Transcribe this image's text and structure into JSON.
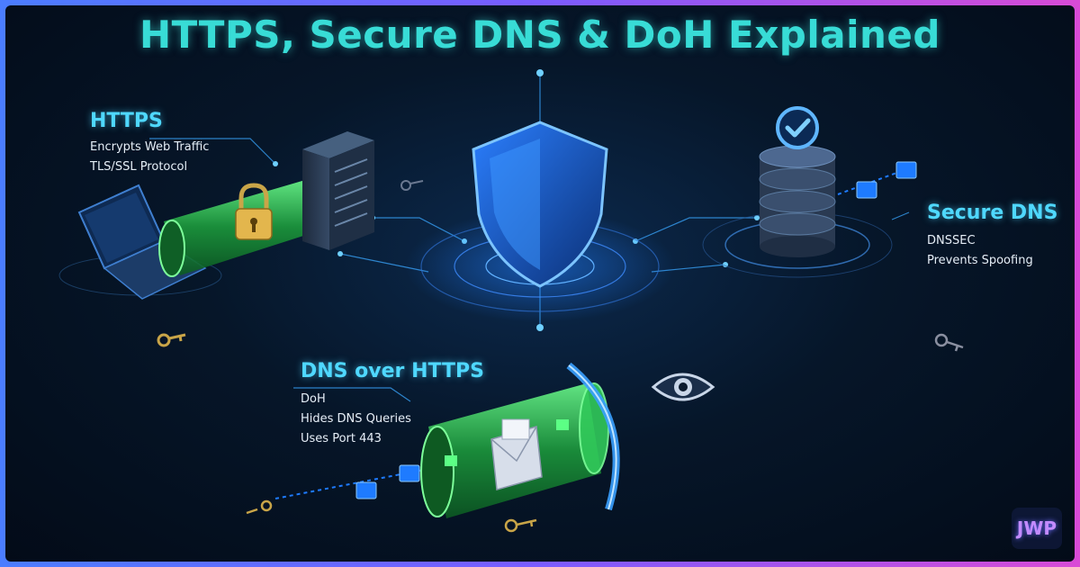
{
  "title": "HTTPS, Secure DNS & DoH Explained",
  "https": {
    "heading": "HTTPS",
    "lines": [
      "Encrypts Web Traffic",
      "TLS/SSL Protocol"
    ]
  },
  "secure_dns": {
    "heading": "Secure DNS",
    "lines": [
      "DNSSEC",
      "Prevents Spoofing"
    ]
  },
  "doh": {
    "heading": "DNS over HTTPS",
    "lines": [
      "DoH",
      "Hides DNS Queries",
      "Uses Port 443"
    ]
  },
  "logo": "JWP",
  "colors": {
    "title": "#38dcd6",
    "heading": "#4fd8ff",
    "tunnel": "#2ecf5a",
    "shield": "#2f8cff",
    "packet": "#1e7bff",
    "key": "#c9a548"
  }
}
